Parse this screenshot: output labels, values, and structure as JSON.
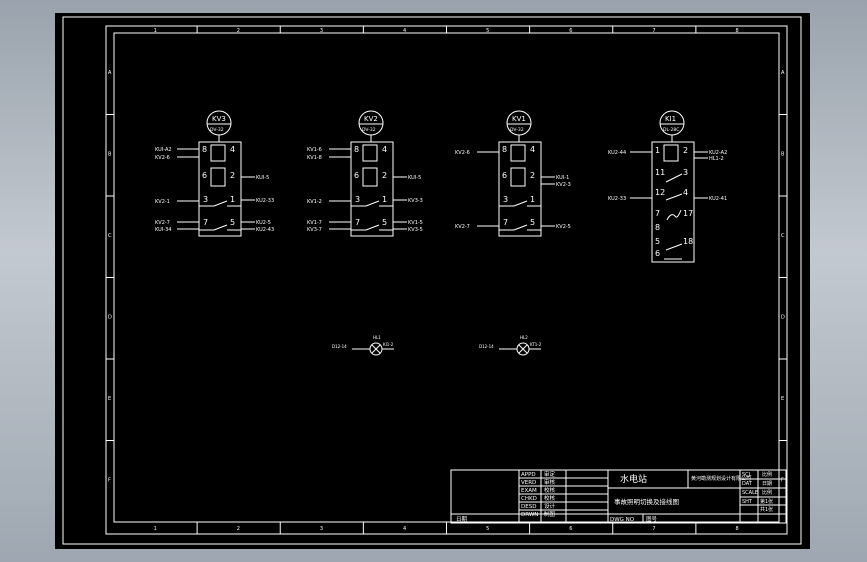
{
  "border": {
    "columns": [
      "1",
      "2",
      "3",
      "4",
      "5",
      "6",
      "7",
      "8"
    ],
    "rows": [
      "A",
      "B",
      "C",
      "D",
      "E",
      "F"
    ]
  },
  "relays": [
    {
      "name": "KV3",
      "rating": "DV-32",
      "left_labels": [
        "KUI-A2",
        "KV2-6",
        "KV2-1",
        "KV2-7",
        "KUI-34"
      ],
      "right_labels": [
        "KUI-5",
        "KU2-33",
        "KU2-5",
        "KU2-43"
      ],
      "pins": [
        "8",
        "4",
        "6",
        "2",
        "3",
        "1",
        "7",
        "5"
      ]
    },
    {
      "name": "KV2",
      "rating": "DV-32",
      "left_labels": [
        "KV1-6",
        "KV1-8",
        "KV1-2",
        "KV1-7",
        "KV3-7"
      ],
      "right_labels": [
        "KUI-5",
        "KV3-3",
        "KV1-5",
        "KV3-5"
      ],
      "pins": [
        "8",
        "4",
        "6",
        "2",
        "3",
        "1",
        "7",
        "5"
      ]
    },
    {
      "name": "KV1",
      "rating": "DV-32",
      "left_labels": [
        "KV2-6",
        "KV2-7"
      ],
      "right_labels": [
        "KUI-1",
        "KV2-3",
        "KV2-5"
      ],
      "pins": [
        "8",
        "4",
        "6",
        "2",
        "3",
        "1",
        "7",
        "5"
      ]
    },
    {
      "name": "KI1",
      "rating": "DL-28C",
      "left_labels": [
        "KU2-44",
        "KU2-33"
      ],
      "right_labels": [
        "KU2-A2",
        "HL1-2",
        "KU2-41"
      ],
      "pins": [
        "1",
        "2",
        "11",
        "3",
        "12",
        "4",
        "7",
        "17",
        "8",
        "5",
        "18",
        "6"
      ]
    }
  ],
  "lamps": [
    {
      "name": "HL1",
      "left": "D12-14",
      "right": "KI1-2"
    },
    {
      "name": "HL2",
      "left": "D12-14",
      "right": "KT1-2"
    }
  ],
  "title_block": {
    "station": "水电站",
    "drawing_title": "事故照明切换及接线图",
    "company": "黄河勘测规划设计有限公司",
    "roles": [
      {
        "en": "APPD",
        "cn": "审定"
      },
      {
        "en": "VERD",
        "cn": "审核"
      },
      {
        "en": "EXAM",
        "cn": "校核"
      },
      {
        "en": "CHKD",
        "cn": "校核"
      },
      {
        "en": "DESD",
        "cn": "设计"
      },
      {
        "en": "DRWN",
        "cn": "制图"
      }
    ],
    "dwg_no_label": "DWG NO",
    "dwg_no_cn": "图号",
    "date_label": "日期",
    "small": [
      "SCL",
      "比例",
      "DAT",
      "日期",
      "SCALE",
      "比例",
      "SHT",
      "第1张",
      "共1张"
    ]
  }
}
